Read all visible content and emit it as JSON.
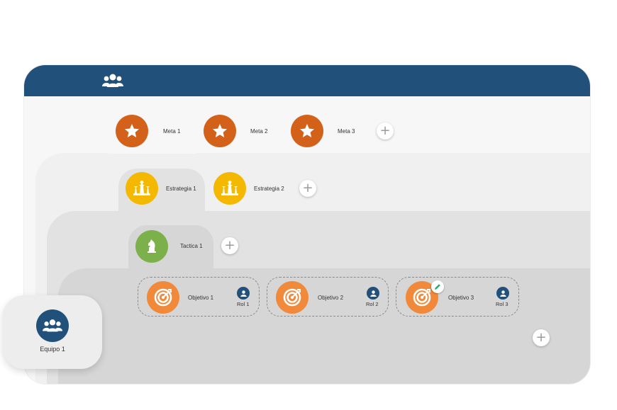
{
  "colors": {
    "header": "#21507a",
    "meta": "#d4611a",
    "strategy": "#f5b800",
    "tactic": "#7bb04a",
    "objective": "#f08a3a",
    "role": "#21507a"
  },
  "header": {
    "icon": "team-icon"
  },
  "goals": [
    {
      "label": "Meta 1",
      "icon": "star-icon"
    },
    {
      "label": "Meta 2",
      "icon": "star-icon"
    },
    {
      "label": "Meta 3",
      "icon": "star-icon"
    }
  ],
  "strategies": [
    {
      "label": "Estrategia 1",
      "icon": "chess-pieces-icon"
    },
    {
      "label": "Estrategia 2",
      "icon": "chess-pieces-icon"
    }
  ],
  "tactics": [
    {
      "label": "Tactica 1",
      "icon": "chess-knight-icon"
    }
  ],
  "objectives": [
    {
      "label": "Objetivo 1",
      "role": "Rol 1",
      "icon": "target-icon"
    },
    {
      "label": "Objetivo 2",
      "role": "Rol 2",
      "icon": "target-icon"
    },
    {
      "label": "Objetivo 3",
      "role": "Rol 3",
      "icon": "target-icon",
      "badge": "pencil-icon"
    }
  ],
  "team": {
    "label": "Equipo 1",
    "icon": "team-icon"
  },
  "add_symbol": "+"
}
